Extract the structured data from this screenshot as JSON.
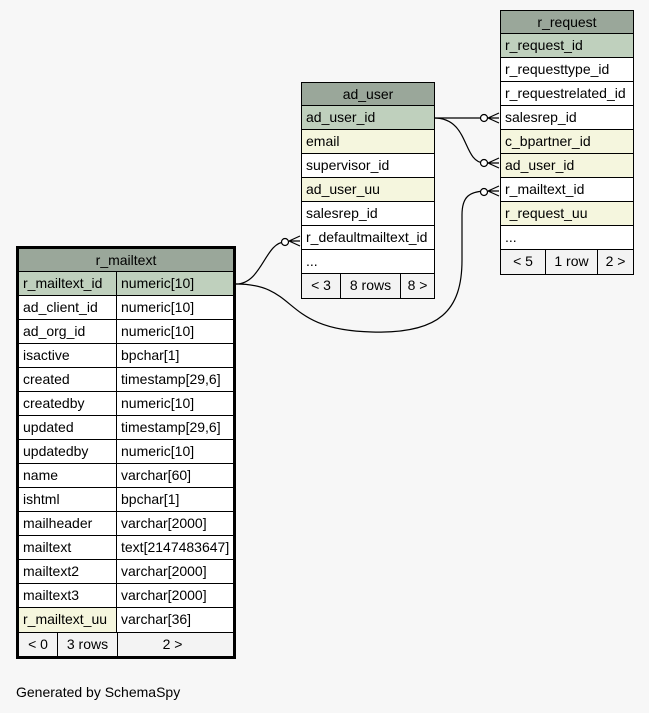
{
  "generated_by": "Generated by SchemaSpy",
  "tables": {
    "r_request": {
      "title": "r_request",
      "columns": [
        "r_request_id",
        "r_requesttype_id",
        "r_requestrelated_id",
        "salesrep_id",
        "c_bpartner_id",
        "ad_user_id",
        "r_mailtext_id",
        "r_request_uu",
        "..."
      ],
      "footer": {
        "left": "< 5",
        "center": "1 row",
        "right": "2 >"
      }
    },
    "ad_user": {
      "title": "ad_user",
      "columns": [
        "ad_user_id",
        "email",
        "supervisor_id",
        "ad_user_uu",
        "salesrep_id",
        "r_defaultmailtext_id",
        "..."
      ],
      "footer": {
        "left": "< 3",
        "center": "8 rows",
        "right": "8 >"
      }
    },
    "r_mailtext": {
      "title": "r_mailtext",
      "columns": [
        {
          "name": "r_mailtext_id",
          "type": "numeric[10]"
        },
        {
          "name": "ad_client_id",
          "type": "numeric[10]"
        },
        {
          "name": "ad_org_id",
          "type": "numeric[10]"
        },
        {
          "name": "isactive",
          "type": "bpchar[1]"
        },
        {
          "name": "created",
          "type": "timestamp[29,6]"
        },
        {
          "name": "createdby",
          "type": "numeric[10]"
        },
        {
          "name": "updated",
          "type": "timestamp[29,6]"
        },
        {
          "name": "updatedby",
          "type": "numeric[10]"
        },
        {
          "name": "name",
          "type": "varchar[60]"
        },
        {
          "name": "ishtml",
          "type": "bpchar[1]"
        },
        {
          "name": "mailheader",
          "type": "varchar[2000]"
        },
        {
          "name": "mailtext",
          "type": "text[2147483647]"
        },
        {
          "name": "mailtext2",
          "type": "varchar[2000]"
        },
        {
          "name": "mailtext3",
          "type": "varchar[2000]"
        },
        {
          "name": "r_mailtext_uu",
          "type": "varchar[36]"
        }
      ],
      "footer": {
        "left": "< 0",
        "center": "3 rows",
        "right": "2 >"
      }
    }
  },
  "colors": {
    "background": "#f7f7f7",
    "header": "#9aa79a",
    "primary_key": "#bfd0bd",
    "indexed": "#f5f6de",
    "footer": "#f3f3f3"
  }
}
